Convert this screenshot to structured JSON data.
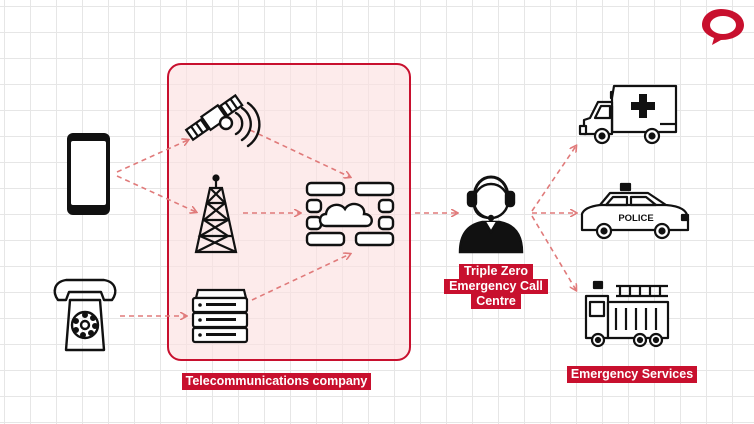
{
  "labels": {
    "telco": "Telecommunications company",
    "triple_zero_line1": "Triple Zero",
    "triple_zero_line2": "Emergency Call",
    "triple_zero_line3": "Centre",
    "emergency_services": "Emergency Services",
    "police_text": "POLICE"
  },
  "colors": {
    "accent": "#c8102e",
    "arrow": "#e07a7a",
    "box_fill": "#fbdede",
    "ink": "#111111"
  },
  "icons": [
    "mobile-phone-icon",
    "landline-telephone-icon",
    "satellite-icon",
    "cell-tower-icon",
    "server-icon",
    "cloud-network-hub-icon",
    "operator-headset-icon",
    "ambulance-icon",
    "police-car-icon",
    "fire-truck-icon",
    "brand-logo-icon"
  ]
}
